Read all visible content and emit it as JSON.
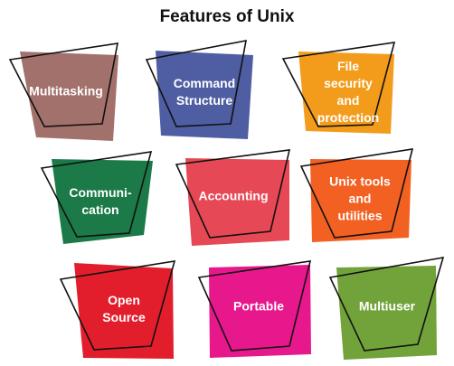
{
  "title": "Features of Unix",
  "features": [
    {
      "label": [
        "Multitasking"
      ],
      "color": "#a2716c"
    },
    {
      "label": [
        "Command",
        "Structure"
      ],
      "color": "#4f5ea2"
    },
    {
      "label": [
        "File",
        "security",
        "and",
        "protection"
      ],
      "color": "#f39c1c"
    },
    {
      "label": [
        "Communi-",
        "cation"
      ],
      "color": "#1b7a47"
    },
    {
      "label": [
        "Accounting"
      ],
      "color": "#e74855"
    },
    {
      "label": [
        "Unix tools",
        "and",
        "utilities"
      ],
      "color": "#f26122"
    },
    {
      "label": [
        "Open",
        "Source"
      ],
      "color": "#e31e2c"
    },
    {
      "label": [
        "Portable"
      ],
      "color": "#e7188c"
    },
    {
      "label": [
        "Multiuser"
      ],
      "color": "#72a33b"
    }
  ],
  "colors": {
    "outline": "#111111",
    "text": "#ffffff",
    "background": "#ffffff"
  }
}
